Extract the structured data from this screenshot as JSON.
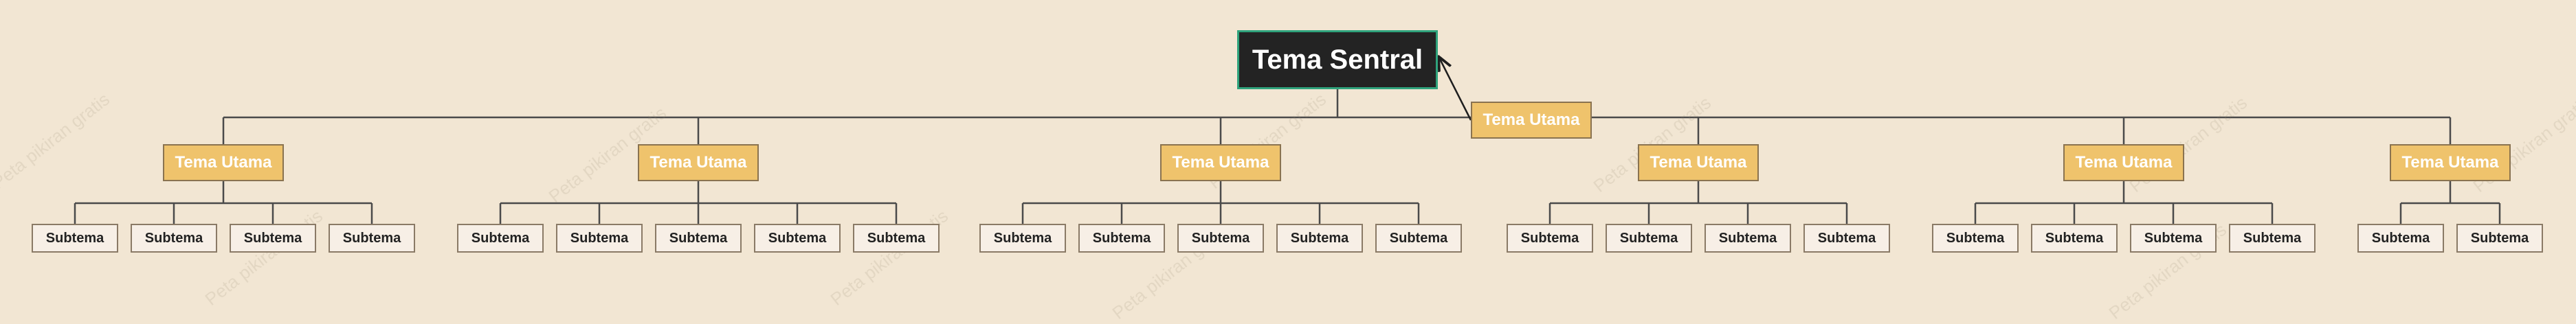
{
  "central": {
    "label": "Tema Sentral"
  },
  "floating": {
    "label": "Tema Utama"
  },
  "topics": [
    {
      "label": "Tema Utama",
      "subtopics": [
        "Subtema",
        "Subtema",
        "Subtema",
        "Subtema"
      ]
    },
    {
      "label": "Tema Utama",
      "subtopics": [
        "Subtema",
        "Subtema",
        "Subtema",
        "Subtema",
        "Subtema"
      ]
    },
    {
      "label": "Tema Utama",
      "subtopics": [
        "Subtema",
        "Subtema",
        "Subtema",
        "Subtema",
        "Subtema"
      ]
    },
    {
      "label": "Tema Utama",
      "subtopics": [
        "Subtema",
        "Subtema",
        "Subtema",
        "Subtema"
      ]
    },
    {
      "label": "Tema Utama",
      "subtopics": [
        "Subtema",
        "Subtema",
        "Subtema",
        "Subtema"
      ]
    },
    {
      "label": "Tema Utama",
      "subtopics": [
        "Subtema",
        "Subtema"
      ]
    }
  ],
  "watermark": {
    "text": "Peta pikiran gratis",
    "color": "#968773"
  },
  "colors": {
    "central_fill": "#232323",
    "central_border": "#2fa37c",
    "main_fill": "#efc36c",
    "sub_fill": "#f7efe6",
    "line": "#4a4a4a"
  }
}
